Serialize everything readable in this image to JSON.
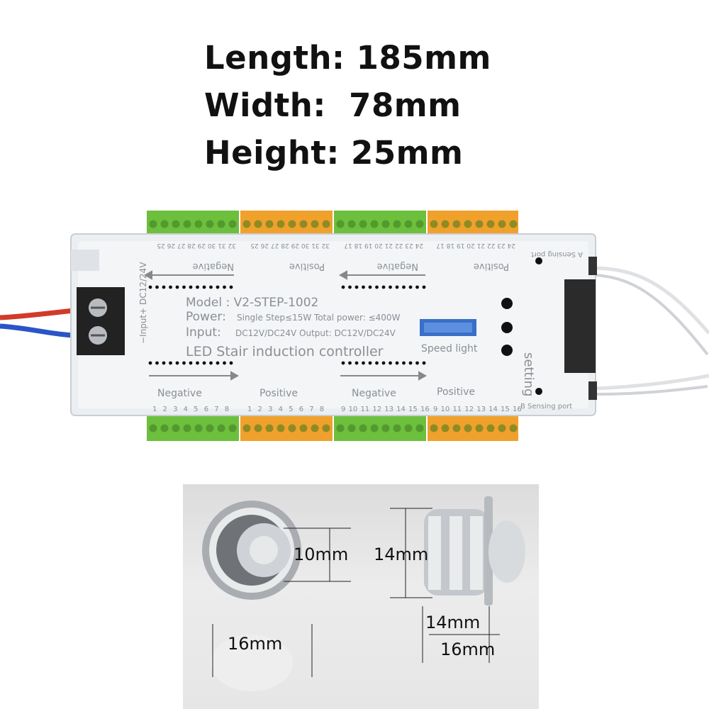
{
  "specs": {
    "length": "Length: 185mm",
    "width": "Width:  78mm",
    "height": "Height: 25mm"
  },
  "controller": {
    "model": "Model : V2-STEP-1002",
    "power_label": "Power:",
    "power_value": "Single Step≤15W Total power: ≤400W",
    "input_label": "Input:",
    "input_value": "DC12V/DC24V Output: DC12V/DC24V",
    "product_name": "LED Stair induction controller",
    "speed_light": "Speed light",
    "setting": "setting",
    "input_side": "−Input+ DC12/24V",
    "a_port": "A Sensing port",
    "b_port": "B Sensing port",
    "top_groups": [
      "Negative",
      "Positive",
      "Negative",
      "Positive"
    ],
    "bottom_groups": [
      "Negative",
      "Positive",
      "Negative",
      "Positive"
    ],
    "top_numbers": [
      "32 31 30 29 28 27 26 25",
      "32 31 30 29 28 27 26 25",
      "24 23 22 21 20 19 18 17",
      "24 23 22 21 20 19 18 17"
    ],
    "bottom_numbers": [
      "1 2 3 4 5 6 7 8",
      "1 2 3 4 5 6 7 8",
      "9 10 11 12 13 14 15 16",
      "9 10 11 12 13 14 15 16"
    ],
    "colors": {
      "green_terminal": "#6dbf3e",
      "orange_terminal": "#f0a12c",
      "body": "#eceff2"
    }
  },
  "sensor": {
    "front_inner": "10mm",
    "front_outer": "16mm",
    "side_body": "14mm",
    "side_base": "14mm",
    "side_outer": "16mm"
  }
}
